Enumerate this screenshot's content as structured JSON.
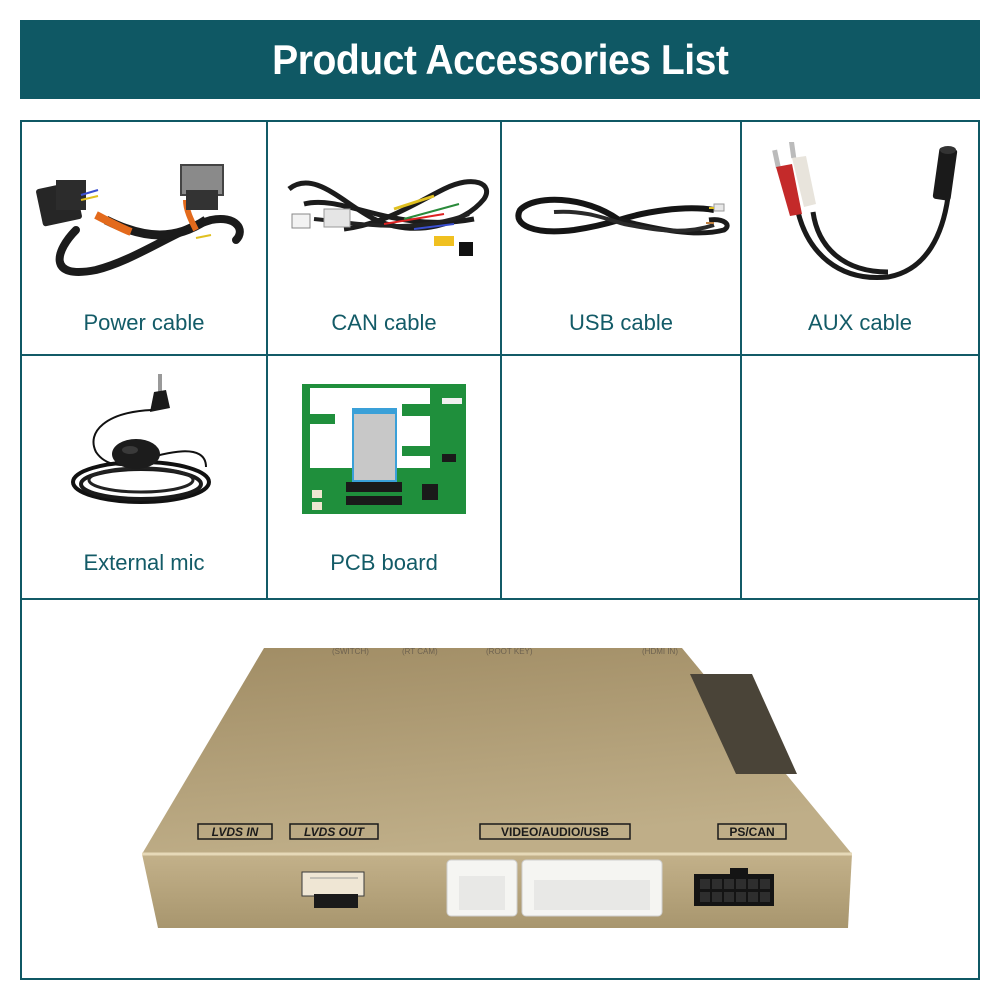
{
  "header": {
    "title": "Product Accessories List"
  },
  "colors": {
    "accent": "#0f5864",
    "label_text": "#135b67",
    "module_gold": "#b9a57f"
  },
  "accessories": [
    {
      "label": "Power cable",
      "icon": "power-cable-image"
    },
    {
      "label": "CAN cable",
      "icon": "can-cable-image"
    },
    {
      "label": "USB cable",
      "icon": "usb-cable-image"
    },
    {
      "label": "AUX cable",
      "icon": "aux-cable-image"
    },
    {
      "label": "External mic",
      "icon": "external-mic-image"
    },
    {
      "label": "PCB board",
      "icon": "pcb-board-image"
    }
  ],
  "module": {
    "image": "interface-module-image",
    "port_labels": [
      "LVDS IN",
      "LVDS OUT",
      "VIDEO/AUDIO/USB",
      "PS/CAN"
    ],
    "back_labels": [
      "(HDMI IN)",
      "(ROOT KEY)",
      "(RT CAM)",
      "(SWITCH)"
    ]
  }
}
